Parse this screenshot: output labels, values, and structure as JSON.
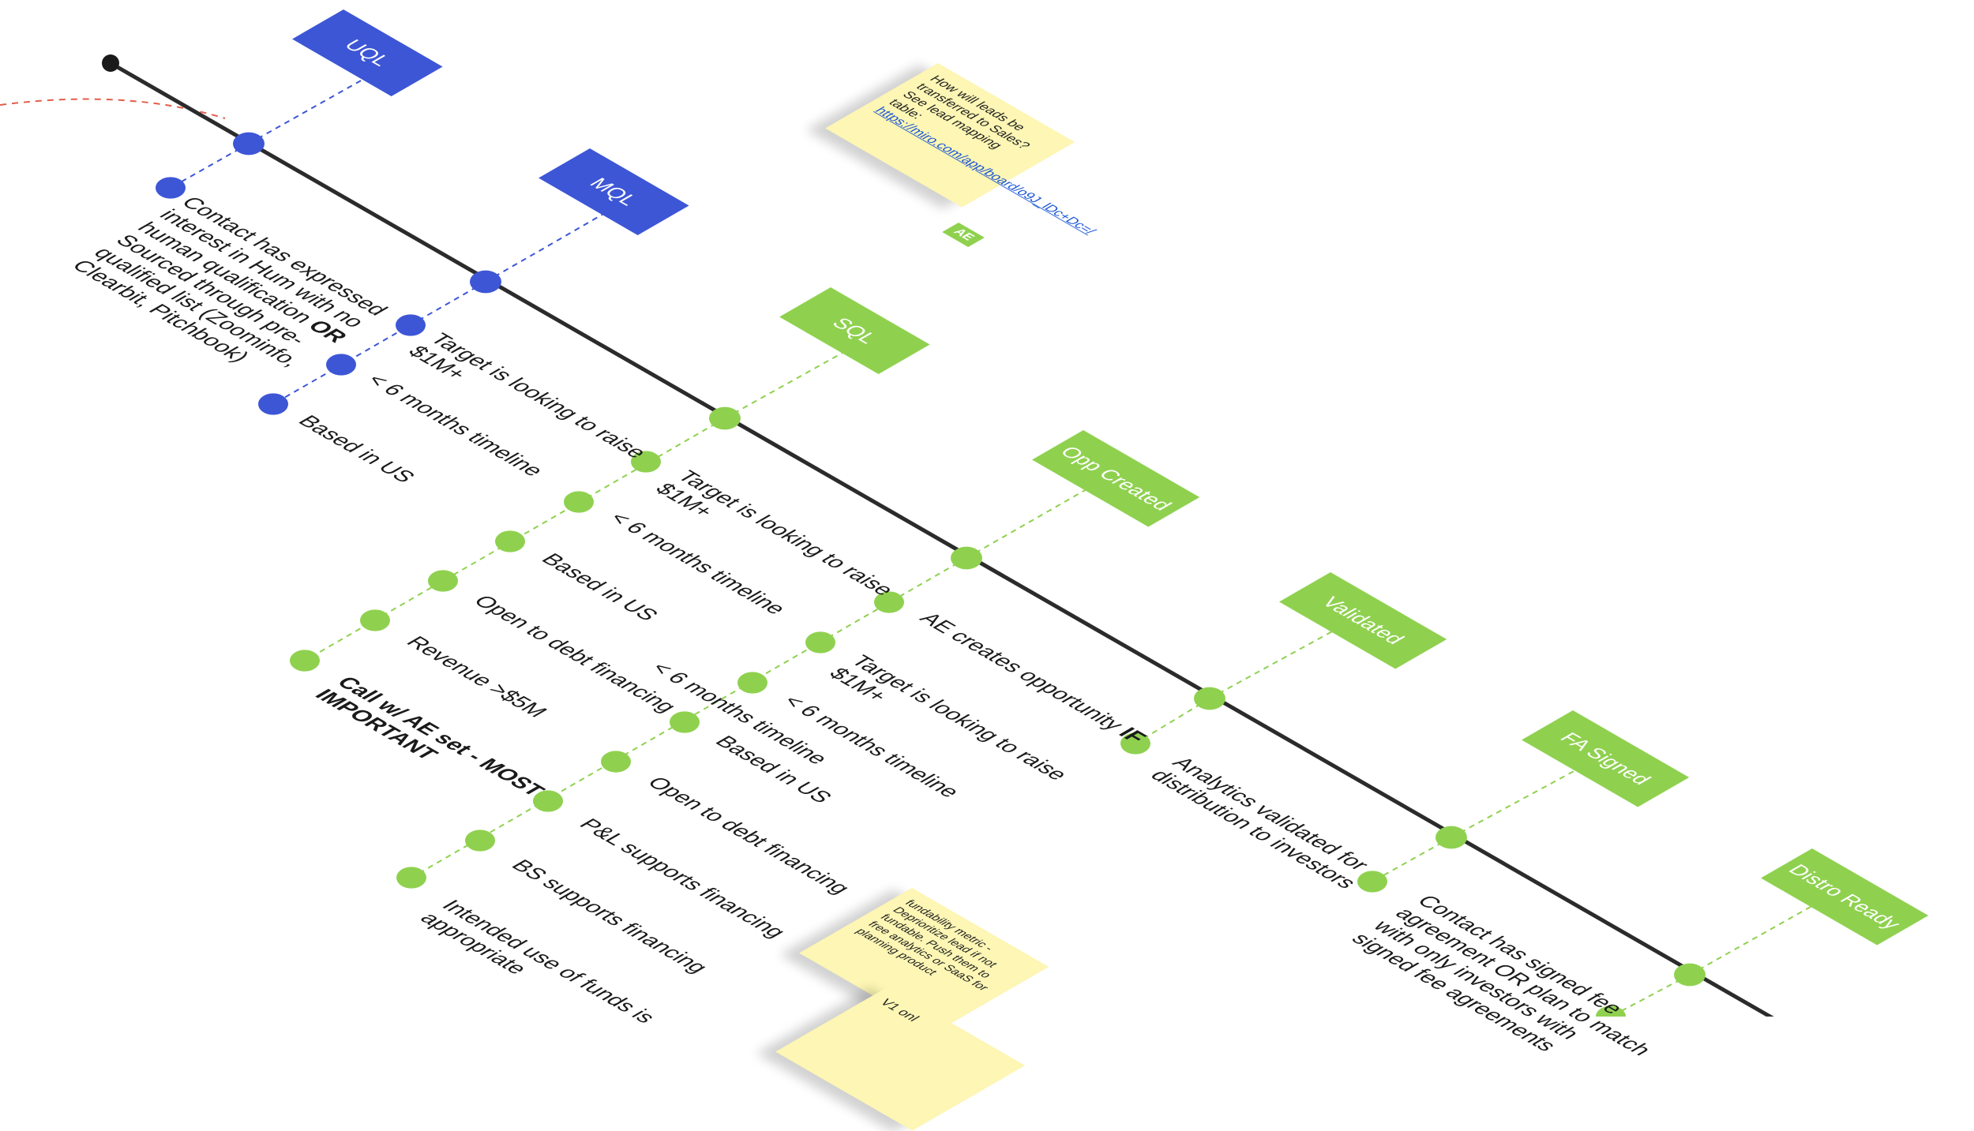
{
  "colors": {
    "spine": "#2b2b2b",
    "blue": "#3d56d6",
    "green": "#8fd14f",
    "arc": "#e35d4a",
    "sticky": "#fdf6b4"
  },
  "stages": [
    {
      "id": "uql",
      "name": "UQL",
      "color": "blue",
      "items": [
        {
          "text": "Contact has expressed interest in Hum with no human qualification ",
          "bold": "OR",
          "tail": " Sourced through pre-qualified list (Zoominfo, Clearbit, Pitchbook)"
        }
      ]
    },
    {
      "id": "mql",
      "name": "MQL",
      "color": "blue",
      "items": [
        {
          "text": "Target is looking to raise $1M+"
        },
        {
          "text": "< 6 months timeline"
        },
        {
          "text": "Based in US"
        }
      ]
    },
    {
      "id": "sql",
      "name": "SQL",
      "color": "green",
      "items": [
        {
          "text": "Target is looking to raise $1M+"
        },
        {
          "text": "< 6 months timeline"
        },
        {
          "text": "Based in US"
        },
        {
          "text": "Open to debt financing"
        },
        {
          "text": "Revenue >$5M"
        },
        {
          "text": "",
          "bold": "Call w/ AE set - MOST IMPORTANT"
        }
      ]
    },
    {
      "id": "opp",
      "name": "Opp Created",
      "color": "green",
      "items": [
        {
          "text": "AE creates opportunity ",
          "bold": "IF"
        },
        {
          "text": "Target is looking to raise $1M+"
        },
        {
          "text": "< 6 months timeline"
        },
        {
          "text": "Based in US"
        },
        {
          "text": "Open to debt financing"
        },
        {
          "text": "P&L supports financing"
        },
        {
          "text": "BS supports financing"
        },
        {
          "text": "Intended use of funds is appropriate"
        }
      ]
    },
    {
      "id": "validated",
      "name": "Validated",
      "color": "green",
      "items": [
        {
          "text": "Analytics validated for distribution to investors"
        }
      ]
    },
    {
      "id": "fa",
      "name": "FA Signed",
      "color": "green",
      "items": [
        {
          "text": "Contact has signed fee agreement OR plan to match with only investors with signed fee agreements"
        }
      ]
    },
    {
      "id": "distro",
      "name": "Distro Ready",
      "color": "green",
      "items": []
    }
  ],
  "overlap_label": "< 6 months timeline",
  "stickies": {
    "leads": {
      "text": "How will leads be transferred to Sales? See lead mapping table: ",
      "link": "https://miro.com/app/board/o9J_lDc+Dc=/"
    },
    "fundability": {
      "text": "fundability metric - Deprioritize lead if not fundable. Push them to free analytics or SaaS for planning product"
    },
    "v1": {
      "text": "V1 onl"
    }
  },
  "ae_tag": "AE"
}
